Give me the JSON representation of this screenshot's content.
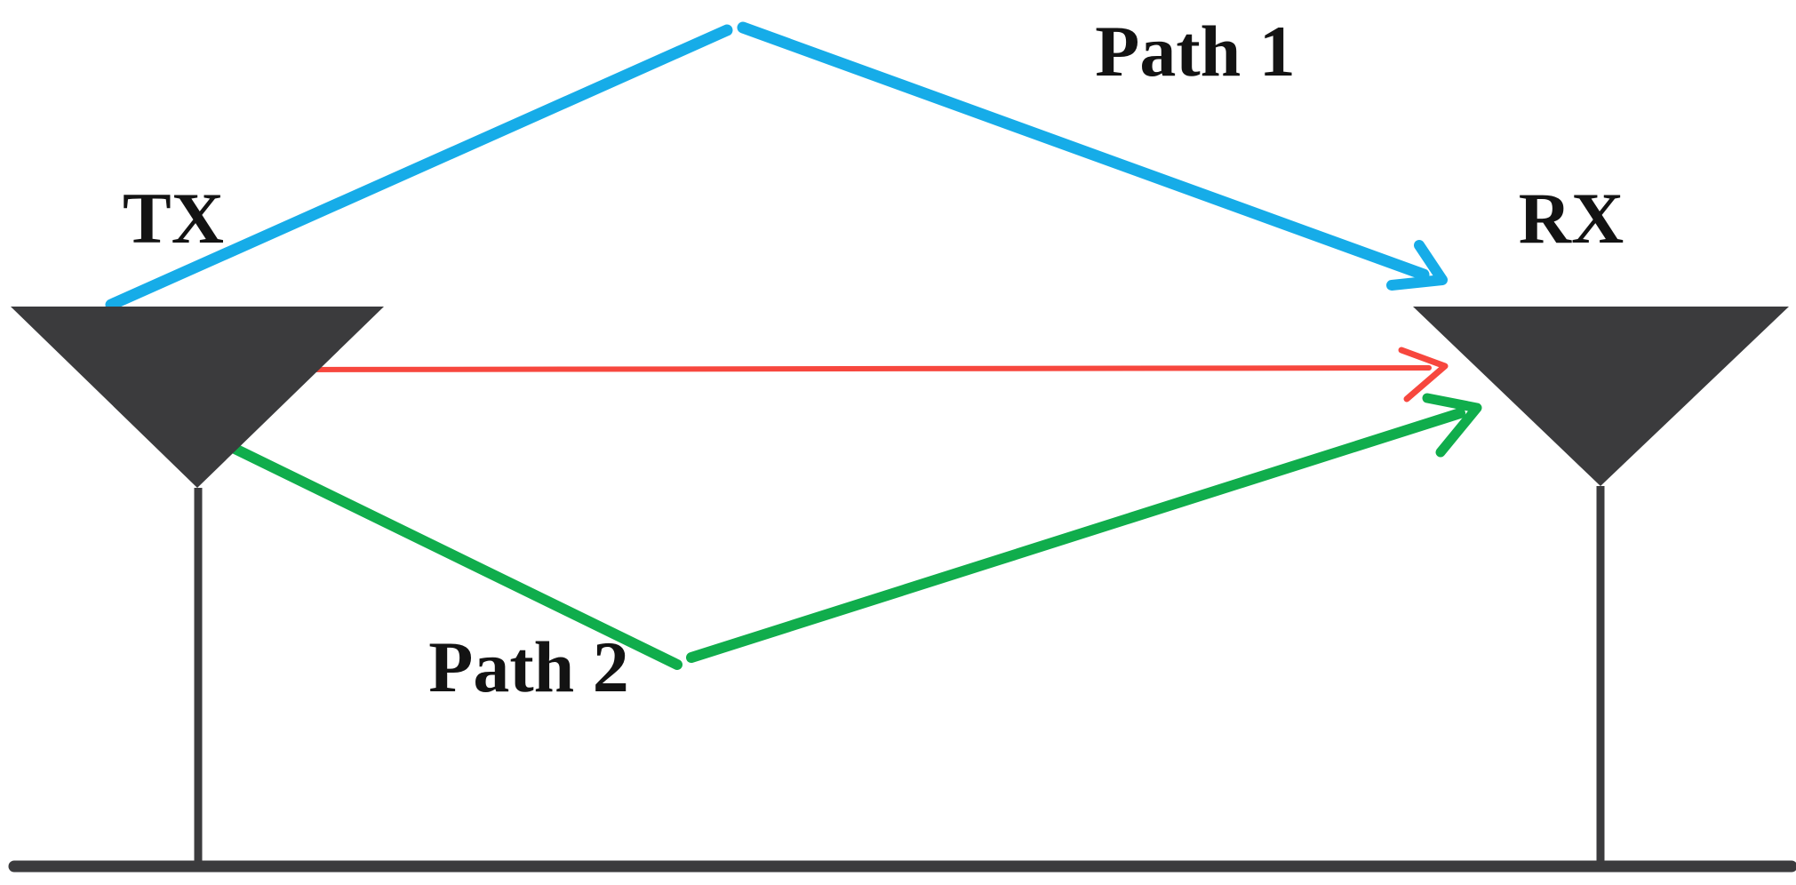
{
  "figure": {
    "background": "#ffffff",
    "labels": {
      "tx": "TX",
      "rx": "RX",
      "path1": "Path 1",
      "path2": "Path 2"
    },
    "colors": {
      "antenna": "#3B3B3D",
      "ground": "#3B3B3D",
      "path1_blue": "#16ACE8",
      "path2_green": "#10AD4C",
      "direct_red": "#F7473E",
      "label_text": "#131313"
    }
  }
}
